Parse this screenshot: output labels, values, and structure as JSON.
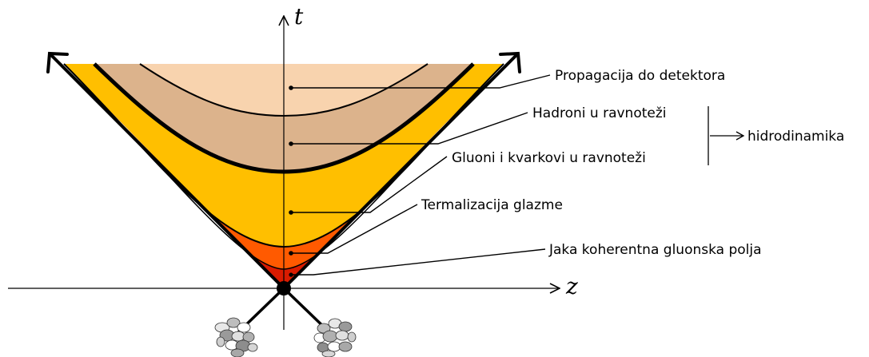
{
  "axes": {
    "time_label": "t",
    "space_label": "z"
  },
  "stages": [
    {
      "id": "propagation",
      "label": "Propagacija do detektora",
      "color": "#f8d3ae"
    },
    {
      "id": "hadrons",
      "label": "Hadroni u ravnoteži",
      "color": "#dcb38c"
    },
    {
      "id": "qgp",
      "label": "Gluoni i kvarkovi u ravnoteži",
      "color": "#ffbf00"
    },
    {
      "id": "thermalization",
      "label": "Termalizacija glazme",
      "color": "#ff5a00"
    },
    {
      "id": "fields",
      "label": "Jaka koherentna gluonska polja",
      "color": "#d91b00"
    }
  ],
  "group": {
    "label": "hidrodinamika"
  }
}
